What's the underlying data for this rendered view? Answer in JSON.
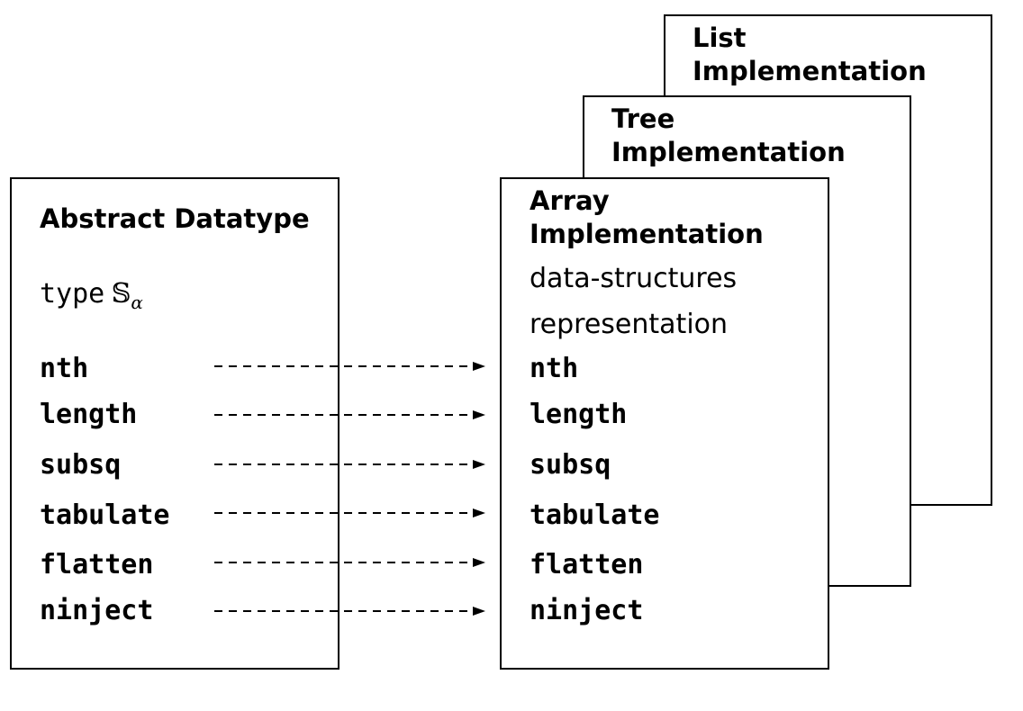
{
  "list_box": {
    "title_line1": "List",
    "title_line2": "Implementation"
  },
  "tree_box": {
    "title_line1": "Tree",
    "title_line2": "Implementation"
  },
  "array_box": {
    "title_line1": "Array",
    "title_line2": "Implementation",
    "line1": "data-structures",
    "line2": "representation",
    "ops": [
      "nth",
      "length",
      "subsq",
      "tabulate",
      "flatten",
      "ninject"
    ]
  },
  "abstract_box": {
    "title": "Abstract Datatype",
    "type_keyword": "type",
    "type_symbol": "𝕊",
    "type_subscript": "α",
    "ops": [
      "nth",
      "length",
      "subsq",
      "tabulate",
      "flatten",
      "ninject"
    ]
  }
}
